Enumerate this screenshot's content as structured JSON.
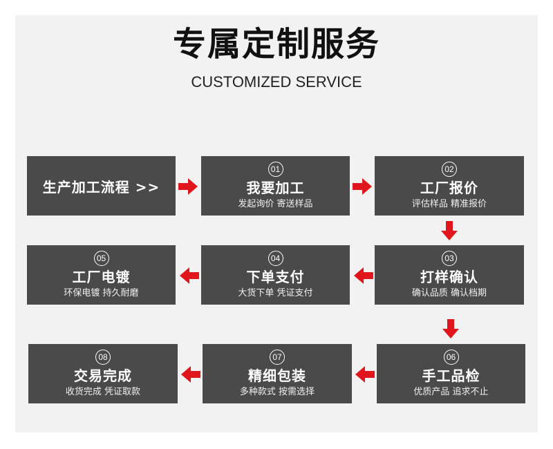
{
  "header": {
    "title": "专属定制服务",
    "subtitle": "CUSTOMIZED SERVICE"
  },
  "start_label": "生产加工流程 >>",
  "steps": [
    {
      "num": "01",
      "title": "我要加工",
      "desc": "发起询价 寄送样品"
    },
    {
      "num": "02",
      "title": "工厂报价",
      "desc": "评估样品 精准报价"
    },
    {
      "num": "03",
      "title": "打样确认",
      "desc": "确认品质 确认档期"
    },
    {
      "num": "04",
      "title": "下单支付",
      "desc": "大货下单 凭证支付"
    },
    {
      "num": "05",
      "title": "工厂电镀",
      "desc": "环保电镀 持久耐磨"
    },
    {
      "num": "06",
      "title": "手工品检",
      "desc": "优质产品 追求不止"
    },
    {
      "num": "07",
      "title": "精细包装",
      "desc": "多种款式 按需选择"
    },
    {
      "num": "08",
      "title": "交易完成",
      "desc": "收货完成 凭证取款"
    }
  ],
  "colors": {
    "box": "#4a4a4a",
    "arrow": "#e0161c",
    "panel": "#f3f2f2"
  }
}
